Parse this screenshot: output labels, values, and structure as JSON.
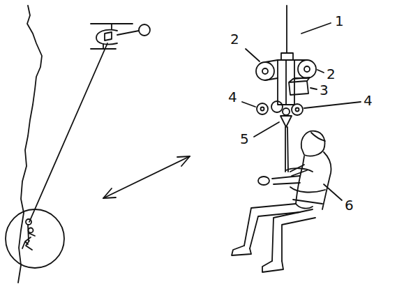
{
  "diagram": {
    "labels": [
      "1",
      "2",
      "2",
      "3",
      "4",
      "4",
      "5",
      "6"
    ]
  }
}
